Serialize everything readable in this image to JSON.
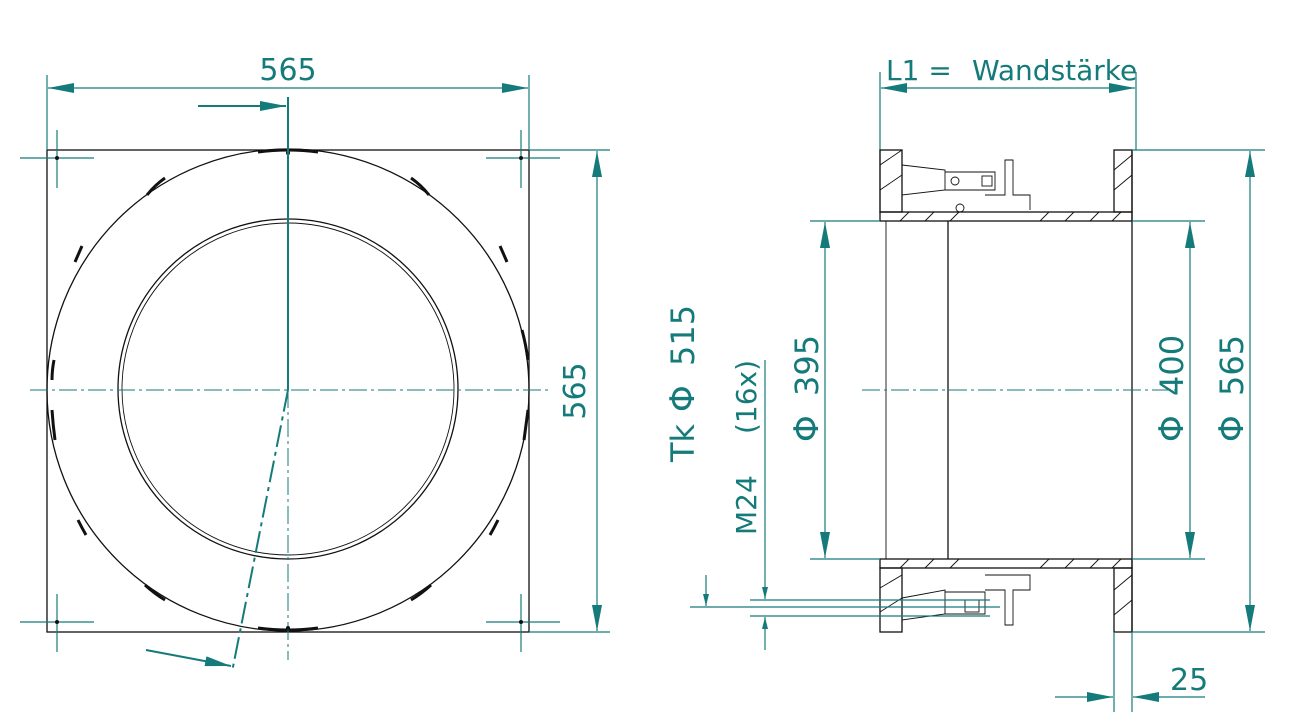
{
  "front_view": {
    "width_dim": "565",
    "height_dim": "565"
  },
  "side_view": {
    "wall_label_prefix": "L1 =",
    "wall_label": "Wandstärke",
    "tk_label": "Tk",
    "tk_dim": "515",
    "bolt_count": "(16x)",
    "bolt_thread": "M24",
    "inner_dia": "395",
    "pipe_dia": "400",
    "flange_dia": "565",
    "flange_thickness": "25",
    "diameter_symbol": "Φ"
  },
  "colors": {
    "dimension": "#157a7a",
    "geometry": "#111111"
  }
}
